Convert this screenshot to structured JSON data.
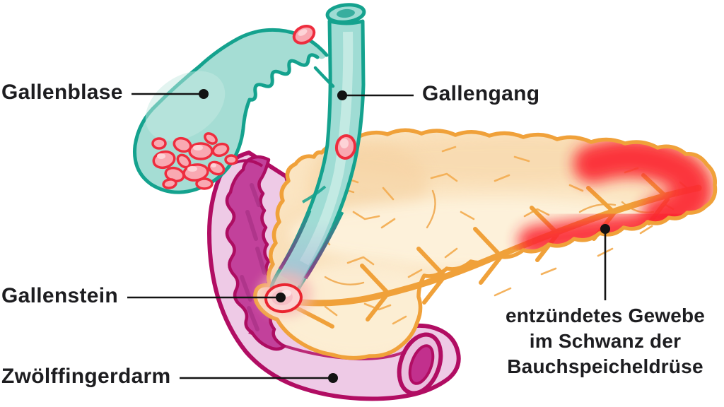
{
  "figure": {
    "type": "medical-illustration",
    "subject": "Gallstones blocking bile duct and inflamed pancreas (pancreatitis)",
    "labels": {
      "gallenblase": "Gallenblase",
      "gallengang": "Gallengang",
      "gallenstein": "Gallenstein",
      "zwoelffingerdarm": "Zwölffingerdarm",
      "inflamed": {
        "line1": "entzündetes Gewebe",
        "line2": "im Schwanz der",
        "line3": "Bauchspeicheldrüse"
      }
    },
    "colors": {
      "background": "#ffffff",
      "label_text": "#1d1d20",
      "connector": "#131313",
      "bile_duct_fill": "#9fdcd4",
      "bile_duct_stroke": "#14a28e",
      "gallbladder_fill": "#a5ddd4",
      "gallstone_fill": "#f9a9b2",
      "gallstone_stroke": "#ee2d3e",
      "pancreas_fill": "#fbe5c2",
      "pancreas_stroke": "#f0a13a",
      "inflamed_red": "#fb2733",
      "duodenum_outer_fill": "#eecae6",
      "duodenum_stroke": "#b10d63",
      "duodenum_inner_fill": "#c2419b"
    }
  }
}
